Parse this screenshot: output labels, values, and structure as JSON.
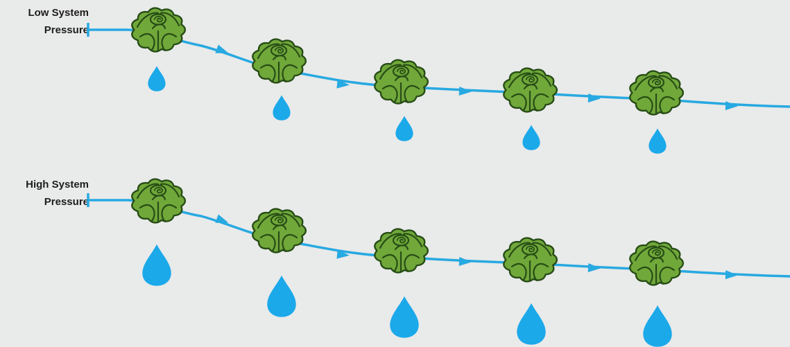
{
  "colors": {
    "background": "#e9eaea",
    "pipe": "#27a9e1",
    "water_drop": "#1ba9ea",
    "plant_fill": "#71a83a",
    "plant_outline": "#274d16"
  },
  "rows": [
    {
      "id": "low",
      "label_line1": "Low System",
      "label_line2": "Pressure",
      "drop_size": "small"
    },
    {
      "id": "high",
      "label_line1": "High System",
      "label_line2": "Pressure",
      "drop_size": "large"
    }
  ],
  "icons": {
    "plant": "lettuce-icon",
    "drop": "water-drop-icon",
    "arrow": "flow-arrow-icon"
  }
}
